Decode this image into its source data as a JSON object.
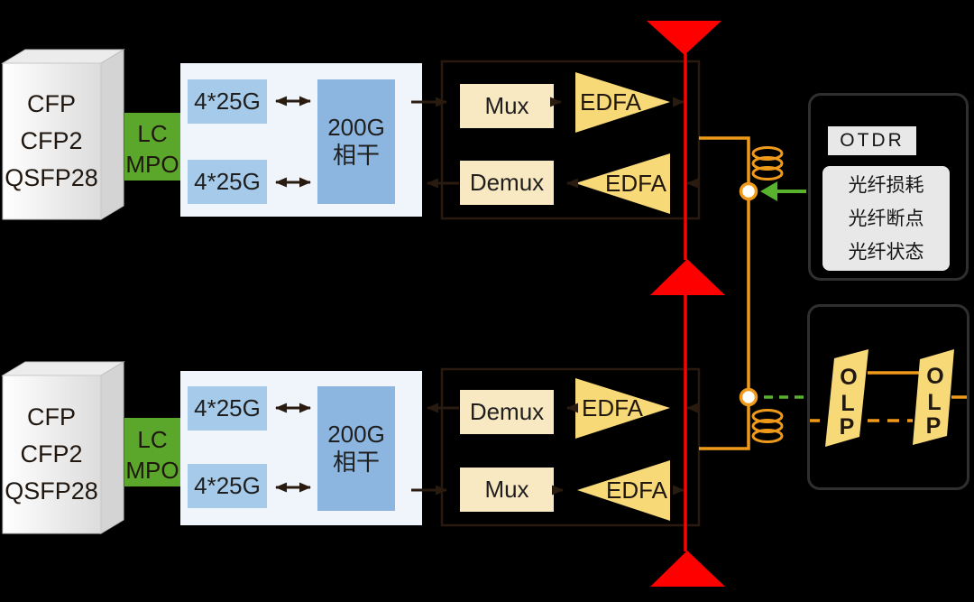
{
  "colors": {
    "background": "#000000",
    "panel_bg": "#f0f5fb",
    "lane_fill": "#a6cbea",
    "coherent_fill": "#8cb6e0",
    "connector_green": "#5ba72c",
    "mux_demux_fill": "#f9e9c3",
    "edfa_olp_yellow": "#f8d977",
    "fiber_orange": "#ef9a1b",
    "break_red": "#fe0000",
    "otdr_green": "#58b22e",
    "arrow_dark": "#2a1b10",
    "gray_fill": "#e8e8e8"
  },
  "units": {
    "top": {
      "transceiver_lines": [
        "CFP",
        "CFP2",
        "QSFP28"
      ],
      "connector_lines": [
        "LC",
        "MPO"
      ],
      "lanes": [
        "4*25G",
        "4*25G"
      ],
      "coherent_lines": [
        "200G",
        "相干"
      ],
      "mux_label": "Mux",
      "demux_label": "Demux",
      "edfa_labels": [
        "EDFA",
        "EDFA"
      ]
    },
    "bottom": {
      "transceiver_lines": [
        "CFP",
        "CFP2",
        "QSFP28"
      ],
      "connector_lines": [
        "LC",
        "MPO"
      ],
      "lanes": [
        "4*25G",
        "4*25G"
      ],
      "coherent_lines": [
        "200G",
        "相干"
      ],
      "demux_label": "Demux",
      "mux_label": "Mux",
      "edfa_labels": [
        "EDFA",
        "EDFA"
      ]
    }
  },
  "otdr": {
    "title": "OTDR",
    "functions": [
      "光纤损耗",
      "光纤断点",
      "光纤状态"
    ]
  },
  "olp": {
    "left_letters": [
      "O",
      "L",
      "P"
    ],
    "right_letters": [
      "O",
      "L",
      "P"
    ]
  }
}
